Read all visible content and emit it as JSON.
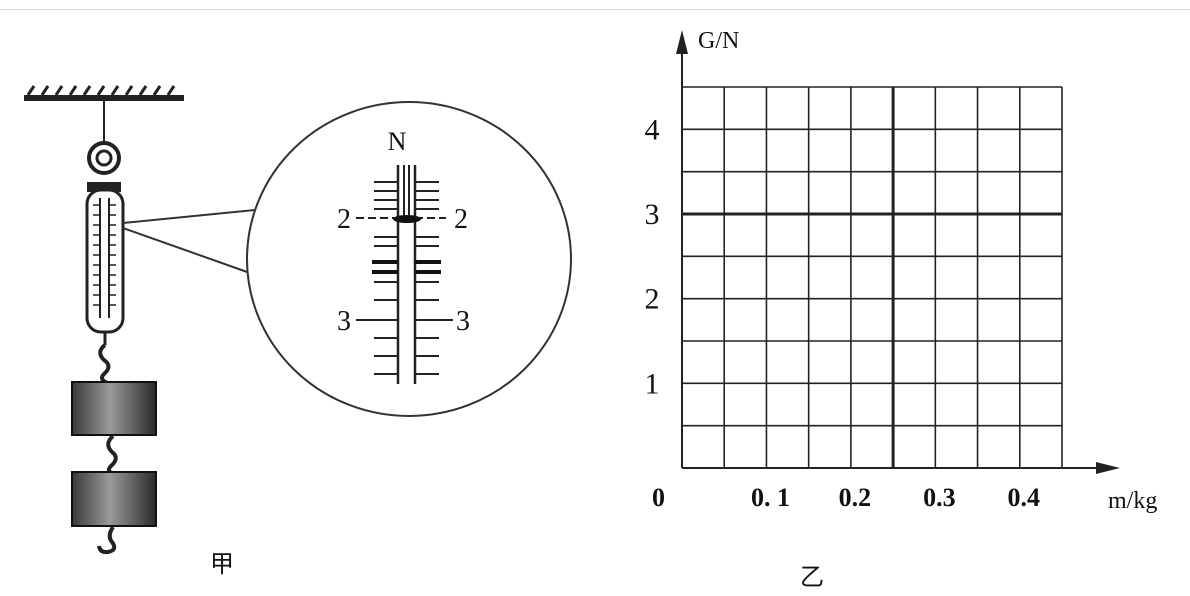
{
  "figure_jia": {
    "caption": "甲",
    "zoom_unit": "N",
    "zoom_scale_labels": [
      "2",
      "2",
      "3",
      "3"
    ]
  },
  "figure_yi": {
    "caption": "乙",
    "y_axis_label": "G/N",
    "x_axis_label": "m/kg",
    "origin_label": "0",
    "y_ticks": [
      "1",
      "2",
      "3",
      "4"
    ],
    "x_ticks": [
      "0. 1",
      "0.2",
      "0.3",
      "0.4"
    ]
  },
  "chart_data": {
    "type": "scatter",
    "title": "",
    "xlabel": "m/kg",
    "ylabel": "G/N",
    "xlim": [
      0,
      0.45
    ],
    "ylim": [
      0,
      4.5
    ],
    "x_ticks": [
      0.1,
      0.2,
      0.3,
      0.4
    ],
    "y_ticks": [
      1,
      2,
      3,
      4
    ],
    "grid": true,
    "series": []
  }
}
